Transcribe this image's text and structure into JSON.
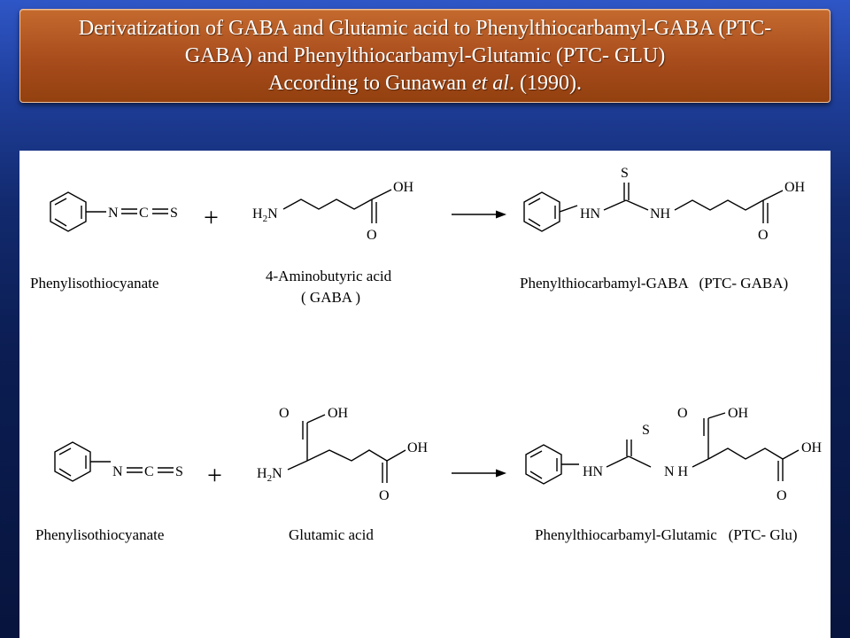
{
  "title": {
    "line1": "Derivatization of GABA and Glutamic acid to Phenylthiocarbamyl-GABA (PTC-",
    "line2": "GABA) and Phenylthiocarbamyl-Glutamic (PTC- GLU)",
    "line3_prefix": "According to Gunawan ",
    "line3_italic": "et al",
    "line3_suffix": ". (1990)."
  },
  "reaction_gaba": {
    "reactant1_label": "Phenylisothiocyanate",
    "reactant2_label_line1": "4-Aminobutyric acid",
    "reactant2_label_line2": "( GABA )",
    "product_label": "Phenylthiocarbamyl-GABA   (PTC- GABA)",
    "atoms": {
      "n": "N",
      "c": "C",
      "s": "S",
      "h2n": "H2N",
      "oh": "OH",
      "o": "O",
      "hn": "HN",
      "nh": "NH"
    },
    "plus": "+"
  },
  "reaction_glu": {
    "reactant1_label": "Phenylisothiocyanate",
    "reactant2_label": "Glutamic acid",
    "product_label": "Phenylthiocarbamyl-Glutamic   (PTC- Glu)",
    "plus": "+"
  }
}
